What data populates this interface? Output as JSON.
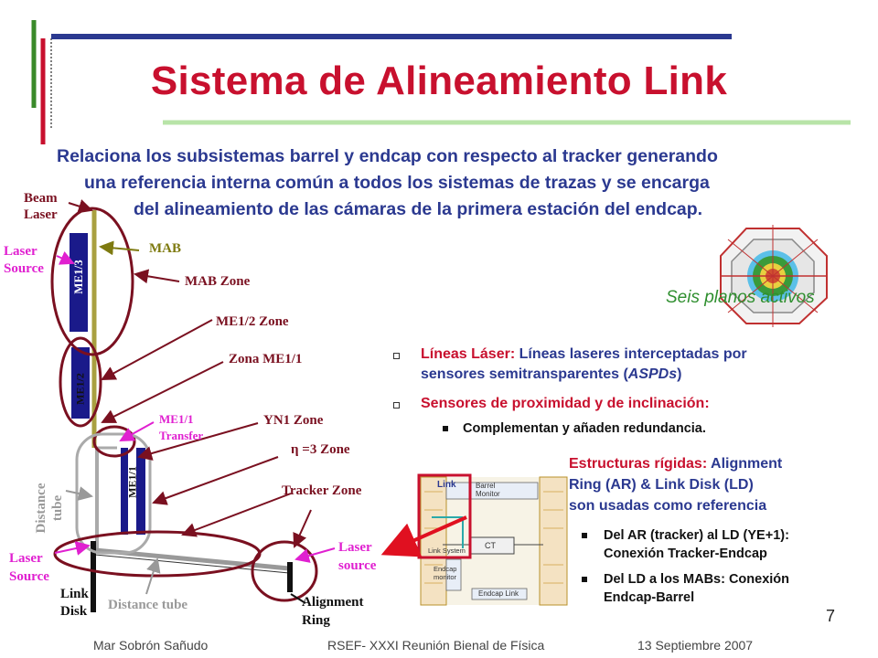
{
  "slide": {
    "title": "Sistema de Alineamiento Link",
    "intro": {
      "line1": "Relaciona los subsistemas barrel y endcap con respecto al tracker generando",
      "line2": "una referencia interna común a todos los sistemas de trazas y se encarga",
      "line3": "del alineamiento de las cámaras de la primera estación del endcap."
    },
    "page_number": "7"
  },
  "diagram": {
    "beam_laser": [
      "Beam",
      "Laser"
    ],
    "laser_source_top": [
      "Laser",
      "Source"
    ],
    "laser_source_bottom": [
      "Laser",
      "Source"
    ],
    "laser_source_right": [
      "Laser",
      "source"
    ],
    "mab": "MAB",
    "mab_zone": "MAB Zone",
    "me12_zone": "ME1/2 Zone",
    "zona_me11": "Zona ME1/1",
    "me11_transfer": [
      "ME1/1",
      "Transfer"
    ],
    "yn1_zone": "YN1 Zone",
    "eta_zone": "η =3 Zone",
    "tracker_zone": "Tracker Zone",
    "distance_tube_vertical": [
      "Distance",
      "tube"
    ],
    "distance_tube": "Distance tube",
    "link_disk": [
      "Link",
      "Disk"
    ],
    "alignment_ring": [
      "Alignment",
      "Ring"
    ],
    "chamber_me13": "ME1/3",
    "chamber_me12": "ME1/2",
    "chamber_me11": "ME1/1"
  },
  "image_caption": "Seis planos activos",
  "bullets": {
    "b1_red": "Líneas Láser:",
    "b1_rest": " Líneas laseres interceptadas por",
    "b1_line2_a": "sensores semitransparentes (",
    "b1_line2_em": "ASPDs",
    "b1_line2_b": ")",
    "b2_red": "Sensores de proximidad y de inclinación:",
    "b2_sub": "Complementan y añaden redundancia.",
    "b3_red": "Estructuras rígidas:",
    "b3_rest": " Alignment",
    "b3_line2": "Ring (AR) & Link Disk (LD)",
    "b3_line3": "son usadas como referencia",
    "b3_sub1_l1": "Del AR (tracker) al LD (YE+1):",
    "b3_sub1_l2": "Conexión Tracker-Endcap",
    "b3_sub2_l1": "Del LD a los MABs: Conexión",
    "b3_sub2_l2": "Endcap-Barrel"
  },
  "schematic": {
    "link": "Link",
    "barrel_monitor": [
      "Barrel",
      "Monitor"
    ],
    "link_system": "Link System",
    "ct": "CT",
    "endcap_monitor": [
      "Endcap",
      "monitor"
    ],
    "endcap_link": "Endcap Link"
  },
  "footer": {
    "author": "Mar Sobrón Sañudo",
    "event": "RSEF- XXXI Reunión Bienal de Física",
    "date": "13 Septiembre 2007"
  },
  "colors": {
    "title": "#c8102e",
    "text_blue": "#2b3990",
    "zone_outline": "#7a1020",
    "green_rule": "#3a8a2a",
    "rule_blue": "#2b3990",
    "caption_green": "#2f8f2f"
  }
}
